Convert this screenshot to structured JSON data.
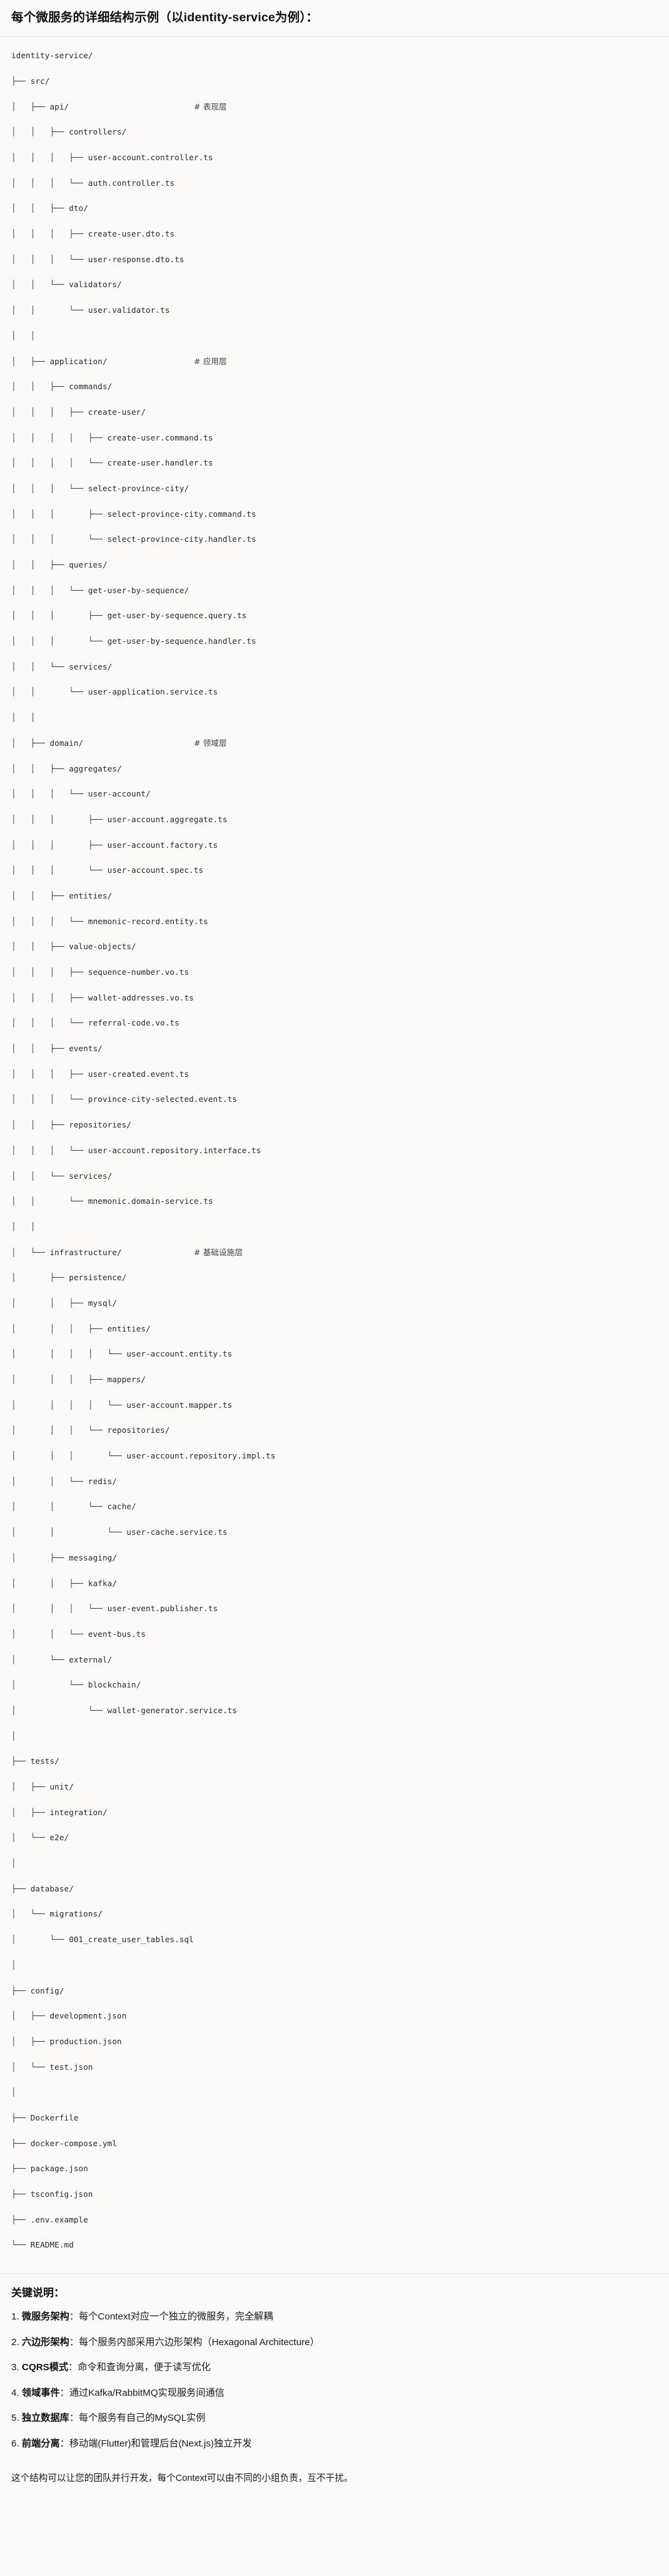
{
  "header": {
    "title": "每个微服务的详细结构示例（以identity-service为例）："
  },
  "tree": {
    "root_label": "identity-service/",
    "lines": [
      {
        "prefix": "",
        "name": "identity-service/",
        "comment": ""
      },
      {
        "prefix": "├── ",
        "name": "src/",
        "comment": ""
      },
      {
        "prefix": "│   ├── ",
        "name": "api/",
        "comment": "# 表现层"
      },
      {
        "prefix": "│   │   ├── ",
        "name": "controllers/",
        "comment": ""
      },
      {
        "prefix": "│   │   │   ├── ",
        "name": "user-account.controller.ts",
        "comment": ""
      },
      {
        "prefix": "│   │   │   └── ",
        "name": "auth.controller.ts",
        "comment": ""
      },
      {
        "prefix": "│   │   ├── ",
        "name": "dto/",
        "comment": ""
      },
      {
        "prefix": "│   │   │   ├── ",
        "name": "create-user.dto.ts",
        "comment": ""
      },
      {
        "prefix": "│   │   │   └── ",
        "name": "user-response.dto.ts",
        "comment": ""
      },
      {
        "prefix": "│   │   └── ",
        "name": "validators/",
        "comment": ""
      },
      {
        "prefix": "│   │       └── ",
        "name": "user.validator.ts",
        "comment": ""
      },
      {
        "prefix": "│   │",
        "name": "",
        "comment": ""
      },
      {
        "prefix": "│   ├── ",
        "name": "application/",
        "comment": "# 应用层"
      },
      {
        "prefix": "│   │   ├── ",
        "name": "commands/",
        "comment": ""
      },
      {
        "prefix": "│   │   │   ├── ",
        "name": "create-user/",
        "comment": ""
      },
      {
        "prefix": "│   │   │   │   ├── ",
        "name": "create-user.command.ts",
        "comment": ""
      },
      {
        "prefix": "│   │   │   │   └── ",
        "name": "create-user.handler.ts",
        "comment": ""
      },
      {
        "prefix": "│   │   │   └── ",
        "name": "select-province-city/",
        "comment": ""
      },
      {
        "prefix": "│   │   │       ├── ",
        "name": "select-province-city.command.ts",
        "comment": ""
      },
      {
        "prefix": "│   │   │       └── ",
        "name": "select-province-city.handler.ts",
        "comment": ""
      },
      {
        "prefix": "│   │   ├── ",
        "name": "queries/",
        "comment": ""
      },
      {
        "prefix": "│   │   │   └── ",
        "name": "get-user-by-sequence/",
        "comment": ""
      },
      {
        "prefix": "│   │   │       ├── ",
        "name": "get-user-by-sequence.query.ts",
        "comment": ""
      },
      {
        "prefix": "│   │   │       └── ",
        "name": "get-user-by-sequence.handler.ts",
        "comment": ""
      },
      {
        "prefix": "│   │   └── ",
        "name": "services/",
        "comment": ""
      },
      {
        "prefix": "│   │       └── ",
        "name": "user-application.service.ts",
        "comment": ""
      },
      {
        "prefix": "│   │",
        "name": "",
        "comment": ""
      },
      {
        "prefix": "│   ├── ",
        "name": "domain/",
        "comment": "# 领域层"
      },
      {
        "prefix": "│   │   ├── ",
        "name": "aggregates/",
        "comment": ""
      },
      {
        "prefix": "│   │   │   └── ",
        "name": "user-account/",
        "comment": ""
      },
      {
        "prefix": "│   │   │       ├── ",
        "name": "user-account.aggregate.ts",
        "comment": ""
      },
      {
        "prefix": "│   │   │       ├── ",
        "name": "user-account.factory.ts",
        "comment": ""
      },
      {
        "prefix": "│   │   │       └── ",
        "name": "user-account.spec.ts",
        "comment": ""
      },
      {
        "prefix": "│   │   ├── ",
        "name": "entities/",
        "comment": ""
      },
      {
        "prefix": "│   │   │   └── ",
        "name": "mnemonic-record.entity.ts",
        "comment": ""
      },
      {
        "prefix": "│   │   ├── ",
        "name": "value-objects/",
        "comment": ""
      },
      {
        "prefix": "│   │   │   ├── ",
        "name": "sequence-number.vo.ts",
        "comment": ""
      },
      {
        "prefix": "│   │   │   ├── ",
        "name": "wallet-addresses.vo.ts",
        "comment": ""
      },
      {
        "prefix": "│   │   │   └── ",
        "name": "referral-code.vo.ts",
        "comment": ""
      },
      {
        "prefix": "│   │   ├── ",
        "name": "events/",
        "comment": ""
      },
      {
        "prefix": "│   │   │   ├── ",
        "name": "user-created.event.ts",
        "comment": ""
      },
      {
        "prefix": "│   │   │   └── ",
        "name": "province-city-selected.event.ts",
        "comment": ""
      },
      {
        "prefix": "│   │   ├── ",
        "name": "repositories/",
        "comment": ""
      },
      {
        "prefix": "│   │   │   └── ",
        "name": "user-account.repository.interface.ts",
        "comment": ""
      },
      {
        "prefix": "│   │   └── ",
        "name": "services/",
        "comment": ""
      },
      {
        "prefix": "│   │       └── ",
        "name": "mnemonic.domain-service.ts",
        "comment": ""
      },
      {
        "prefix": "│   │",
        "name": "",
        "comment": ""
      },
      {
        "prefix": "│   └── ",
        "name": "infrastructure/",
        "comment": "# 基础设施层"
      },
      {
        "prefix": "│       ├── ",
        "name": "persistence/",
        "comment": ""
      },
      {
        "prefix": "│       │   ├── ",
        "name": "mysql/",
        "comment": ""
      },
      {
        "prefix": "│       │   │   ├── ",
        "name": "entities/",
        "comment": ""
      },
      {
        "prefix": "│       │   │   │   └── ",
        "name": "user-account.entity.ts",
        "comment": ""
      },
      {
        "prefix": "│       │   │   ├── ",
        "name": "mappers/",
        "comment": ""
      },
      {
        "prefix": "│       │   │   │   └── ",
        "name": "user-account.mapper.ts",
        "comment": ""
      },
      {
        "prefix": "│       │   │   └── ",
        "name": "repositories/",
        "comment": ""
      },
      {
        "prefix": "│       │   │       └── ",
        "name": "user-account.repository.impl.ts",
        "comment": ""
      },
      {
        "prefix": "│       │   └── ",
        "name": "redis/",
        "comment": ""
      },
      {
        "prefix": "│       │       └── ",
        "name": "cache/",
        "comment": ""
      },
      {
        "prefix": "│       │           └── ",
        "name": "user-cache.service.ts",
        "comment": ""
      },
      {
        "prefix": "│       ├── ",
        "name": "messaging/",
        "comment": ""
      },
      {
        "prefix": "│       │   ├── ",
        "name": "kafka/",
        "comment": ""
      },
      {
        "prefix": "│       │   │   └── ",
        "name": "user-event.publisher.ts",
        "comment": ""
      },
      {
        "prefix": "│       │   └── ",
        "name": "event-bus.ts",
        "comment": ""
      },
      {
        "prefix": "│       └── ",
        "name": "external/",
        "comment": ""
      },
      {
        "prefix": "│           └── ",
        "name": "blockchain/",
        "comment": ""
      },
      {
        "prefix": "│               └── ",
        "name": "wallet-generator.service.ts",
        "comment": ""
      },
      {
        "prefix": "│",
        "name": "",
        "comment": ""
      },
      {
        "prefix": "├── ",
        "name": "tests/",
        "comment": ""
      },
      {
        "prefix": "│   ├── ",
        "name": "unit/",
        "comment": ""
      },
      {
        "prefix": "│   ├── ",
        "name": "integration/",
        "comment": ""
      },
      {
        "prefix": "│   └── ",
        "name": "e2e/",
        "comment": ""
      },
      {
        "prefix": "│",
        "name": "",
        "comment": ""
      },
      {
        "prefix": "├── ",
        "name": "database/",
        "comment": ""
      },
      {
        "prefix": "│   └── ",
        "name": "migrations/",
        "comment": ""
      },
      {
        "prefix": "│       └── ",
        "name": "001_create_user_tables.sql",
        "comment": ""
      },
      {
        "prefix": "│",
        "name": "",
        "comment": ""
      },
      {
        "prefix": "├── ",
        "name": "config/",
        "comment": ""
      },
      {
        "prefix": "│   ├── ",
        "name": "development.json",
        "comment": ""
      },
      {
        "prefix": "│   ├── ",
        "name": "production.json",
        "comment": ""
      },
      {
        "prefix": "│   └── ",
        "name": "test.json",
        "comment": ""
      },
      {
        "prefix": "│",
        "name": "",
        "comment": ""
      },
      {
        "prefix": "├── ",
        "name": "Dockerfile",
        "comment": ""
      },
      {
        "prefix": "├── ",
        "name": "docker-compose.yml",
        "comment": ""
      },
      {
        "prefix": "├── ",
        "name": "package.json",
        "comment": ""
      },
      {
        "prefix": "├── ",
        "name": "tsconfig.json",
        "comment": ""
      },
      {
        "prefix": "├── ",
        "name": ".env.example",
        "comment": ""
      },
      {
        "prefix": "└── ",
        "name": "README.md",
        "comment": ""
      }
    ]
  },
  "notes": {
    "title": "关键说明：",
    "items": [
      {
        "index": "1.",
        "term": "微服务架构",
        "sep": "：",
        "desc": "每个Context对应一个独立的微服务，完全解耦"
      },
      {
        "index": "2.",
        "term": "六边形架构",
        "sep": "：",
        "desc": "每个服务内部采用六边形架构（Hexagonal Architecture）"
      },
      {
        "index": "3.",
        "term": "CQRS模式",
        "sep": "：",
        "desc": "命令和查询分离，便于读写优化"
      },
      {
        "index": "4.",
        "term": "领域事件",
        "sep": "：",
        "desc": "通过Kafka/RabbitMQ实现服务间通信"
      },
      {
        "index": "5.",
        "term": "独立数据库",
        "sep": "：",
        "desc": "每个服务有自己的MySQL实例"
      },
      {
        "index": "6.",
        "term": "前端分离",
        "sep": "：",
        "desc": "移动端(Flutter)和管理后台(Next.js)独立开发"
      }
    ],
    "footer": "这个结构可以让您的团队并行开发，每个Context可以由不同的小组负责，互不干扰。"
  },
  "colors": {
    "page_background": "#fbfaf8",
    "text": "#1a1a1a",
    "tree_text": "#24292e",
    "divider": "#e7e4de"
  }
}
